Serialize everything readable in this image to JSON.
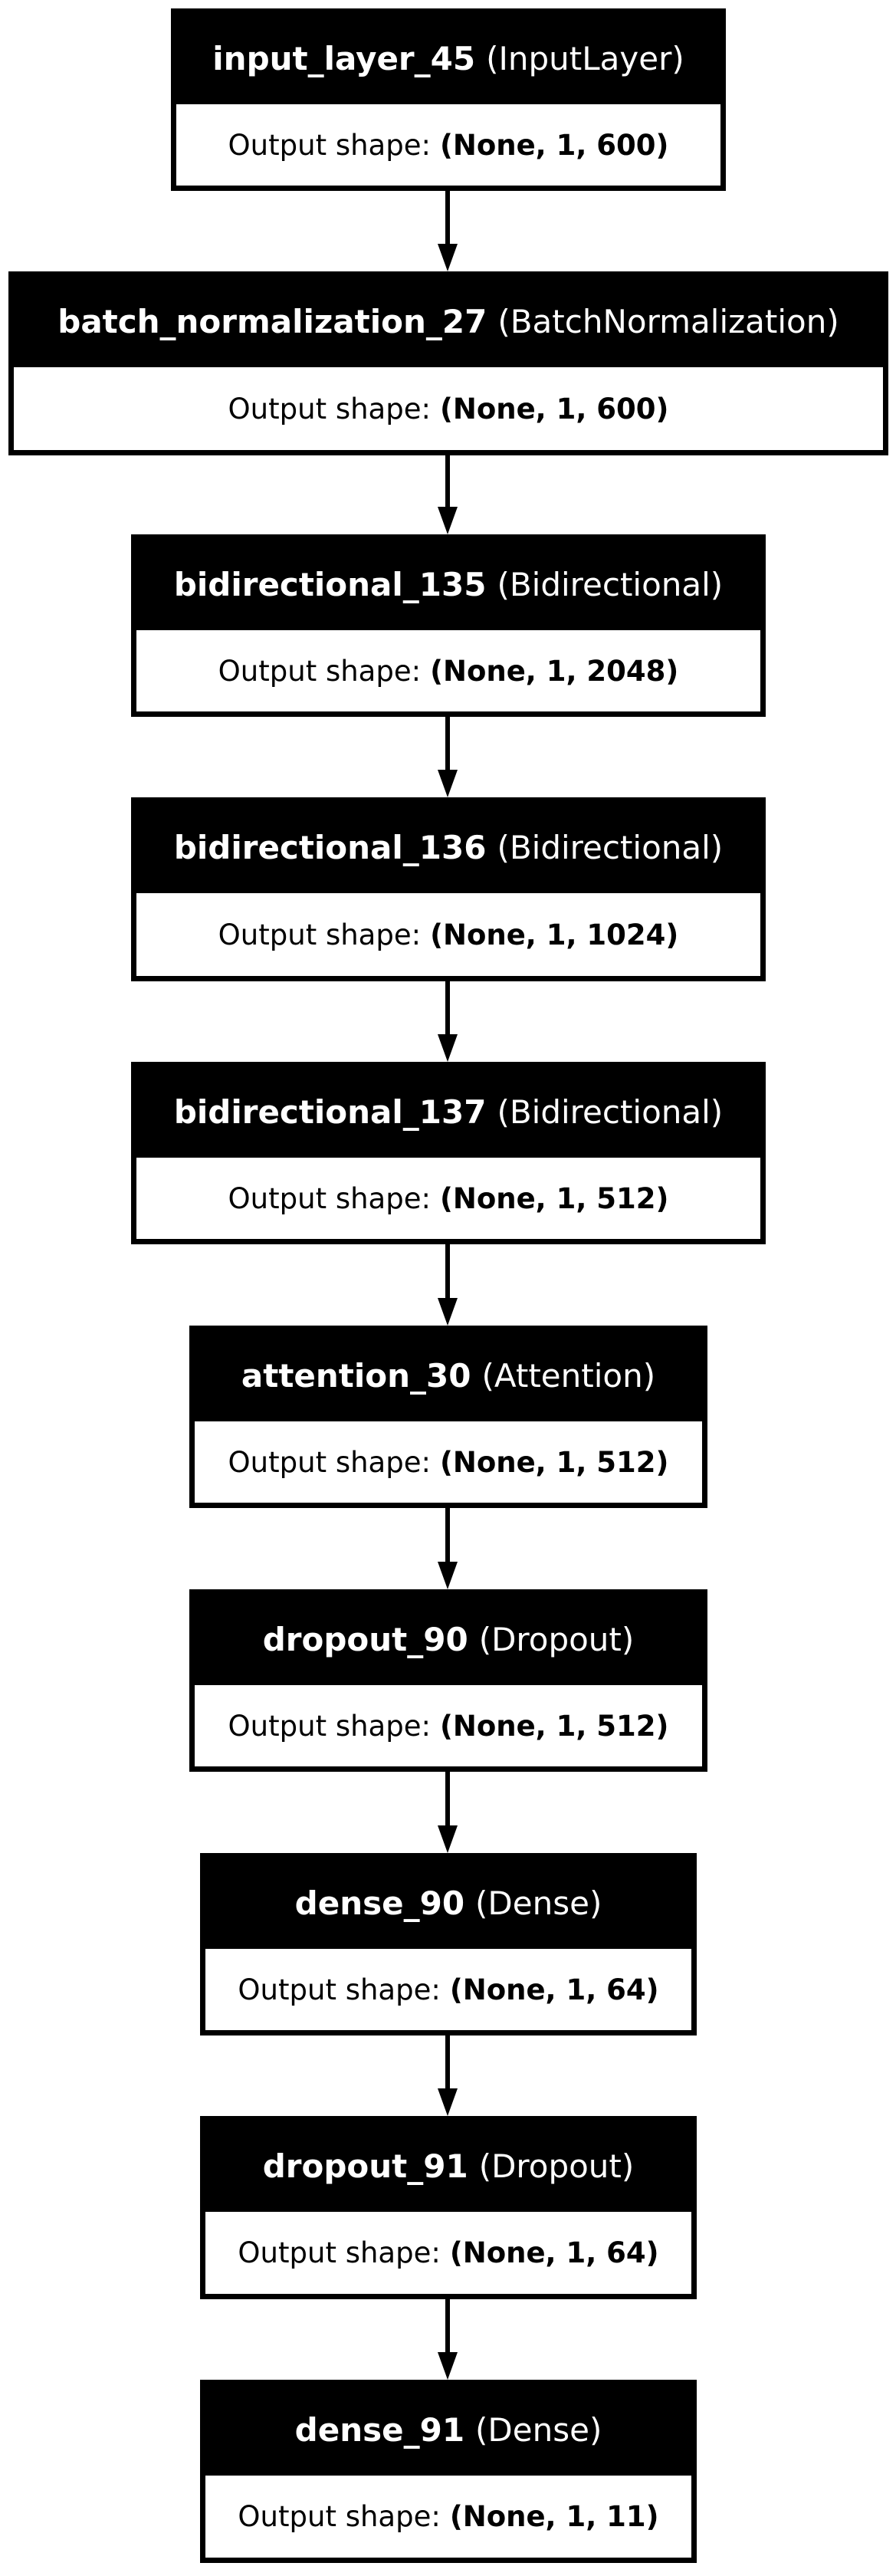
{
  "diagram": {
    "layers": [
      {
        "name": "input_layer_45",
        "type": "(InputLayer)",
        "shape_label": "Output shape:",
        "shape_value": "(None, 1, 600)"
      },
      {
        "name": "batch_normalization_27",
        "type": "(BatchNormalization)",
        "shape_label": "Output shape:",
        "shape_value": "(None, 1, 600)"
      },
      {
        "name": "bidirectional_135",
        "type": "(Bidirectional)",
        "shape_label": "Output shape:",
        "shape_value": "(None, 1, 2048)"
      },
      {
        "name": "bidirectional_136",
        "type": "(Bidirectional)",
        "shape_label": "Output shape:",
        "shape_value": "(None, 1, 1024)"
      },
      {
        "name": "bidirectional_137",
        "type": "(Bidirectional)",
        "shape_label": "Output shape:",
        "shape_value": "(None, 1, 512)"
      },
      {
        "name": "attention_30",
        "type": "(Attention)",
        "shape_label": "Output shape:",
        "shape_value": "(None, 1, 512)"
      },
      {
        "name": "dropout_90",
        "type": "(Dropout)",
        "shape_label": "Output shape:",
        "shape_value": "(None, 1, 512)"
      },
      {
        "name": "dense_90",
        "type": "(Dense)",
        "shape_label": "Output shape:",
        "shape_value": "(None, 1, 64)"
      },
      {
        "name": "dropout_91",
        "type": "(Dropout)",
        "shape_label": "Output shape:",
        "shape_value": "(None, 1, 64)"
      },
      {
        "name": "dense_91",
        "type": "(Dense)",
        "shape_label": "Output shape:",
        "shape_value": "(None, 1, 11)"
      }
    ],
    "edges": [
      {
        "from": "input_layer_45",
        "to": "batch_normalization_27"
      },
      {
        "from": "batch_normalization_27",
        "to": "bidirectional_135"
      },
      {
        "from": "bidirectional_135",
        "to": "bidirectional_136"
      },
      {
        "from": "bidirectional_136",
        "to": "bidirectional_137"
      },
      {
        "from": "bidirectional_137",
        "to": "attention_30"
      },
      {
        "from": "attention_30",
        "to": "dropout_90"
      },
      {
        "from": "dropout_90",
        "to": "dense_90"
      },
      {
        "from": "dense_90",
        "to": "dropout_91"
      },
      {
        "from": "dropout_91",
        "to": "dense_91"
      }
    ],
    "colors": {
      "header_background": "#000000",
      "header_text": "#ffffff",
      "body_background": "#ffffff",
      "border": "#000000",
      "arrow": "#000000"
    }
  }
}
